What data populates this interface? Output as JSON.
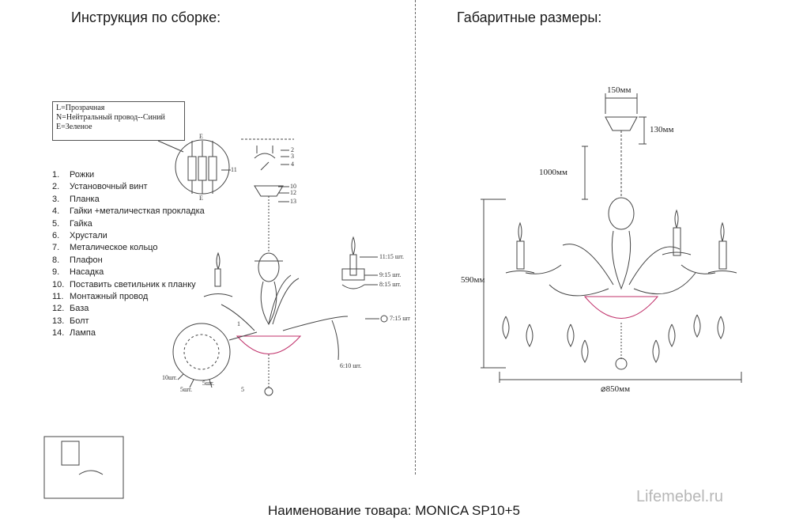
{
  "headings": {
    "assembly": "Инструкция по сборке:",
    "dimensions": "Габаритные размеры:"
  },
  "wiring_legend": [
    "L=Прозрачная",
    "N=Нейтральный провод--Синий",
    "E=Зеленое"
  ],
  "parts_list": [
    {
      "num": "1.",
      "label": "Рожки"
    },
    {
      "num": "2.",
      "label": "Установочный винт"
    },
    {
      "num": "3.",
      "label": "Планка"
    },
    {
      "num": "4.",
      "label": "Гайки +металичесткая прокладка"
    },
    {
      "num": "5.",
      "label": "Гайка"
    },
    {
      "num": "6.",
      "label": "Хрустали"
    },
    {
      "num": "7.",
      "label": "Металическое кольцо"
    },
    {
      "num": "8.",
      "label": "Плафон"
    },
    {
      "num": "9.",
      "label": "Насадка"
    },
    {
      "num": "10.",
      "label": "Поставить светильник к планку"
    },
    {
      "num": "11.",
      "label": "Монтажный провод"
    },
    {
      "num": "12.",
      "label": "База"
    },
    {
      "num": "13.",
      "label": "Болт"
    },
    {
      "num": "14.",
      "label": "Лампа"
    }
  ],
  "callouts": {
    "c2": "2",
    "c3": "3",
    "c4": "4",
    "c10": "10",
    "c11": "11",
    "c12": "12",
    "c13": "13",
    "c11_detail": "11",
    "c1": "1",
    "c5": "5",
    "c11_qty": "11:15 шт.",
    "c9_qty": "9:15 шт.",
    "c8_qty": "8:15 шт.",
    "c7_qty": "7:15 шт",
    "c6_qty": "6:10 шт.",
    "q10": "10шт.",
    "q5a": "5шт.",
    "q5b": "5шт.",
    "terminal_e_top": "E",
    "terminal_e_bottom": "E"
  },
  "dimensions": {
    "canopy_width": "150мм",
    "canopy_height": "130мм",
    "chain_length": "1000мм",
    "height": "590мм",
    "diameter": "⌀850мм"
  },
  "footer": "Наименование товара: MONICA SP10+5",
  "watermark": "Lifemebel.ru"
}
